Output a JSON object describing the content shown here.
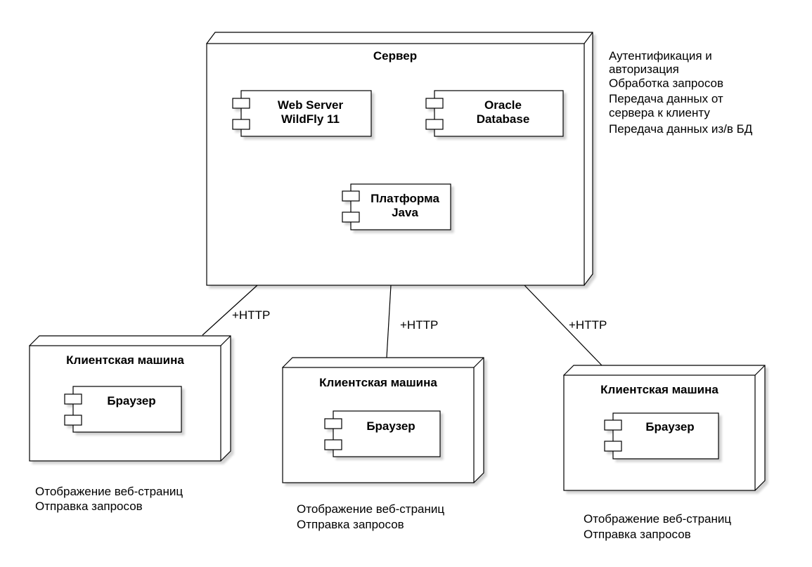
{
  "server": {
    "title": "Сервер",
    "components": [
      {
        "line1": "Web Server",
        "line2": "WildFly 11"
      },
      {
        "line1": "Oracle",
        "line2": "Database"
      },
      {
        "line1": "Платформа",
        "line2": "Java"
      }
    ],
    "notes": [
      "Аутентификация и",
      "авторизация",
      "Обработка запросов",
      "Передача данных от",
      "сервера к клиенту",
      "Передача данных из/в БД"
    ]
  },
  "clients": [
    {
      "title": "Клиентская машина",
      "component": "Браузер",
      "link": "+HTTP",
      "notes": [
        "Отображение веб-страниц",
        "Отправка запросов"
      ]
    },
    {
      "title": "Клиентская машина",
      "component": "Браузер",
      "link": "+HTTP",
      "notes": [
        "Отображение веб-страниц",
        "Отправка запросов"
      ]
    },
    {
      "title": "Клиентская машина",
      "component": "Браузер",
      "link": "+HTTP",
      "notes": [
        "Отображение веб-страниц",
        "Отправка запросов"
      ]
    }
  ],
  "colors": {
    "stroke": "#000000",
    "shadow": "#e6e6e6",
    "background": "#ffffff"
  }
}
